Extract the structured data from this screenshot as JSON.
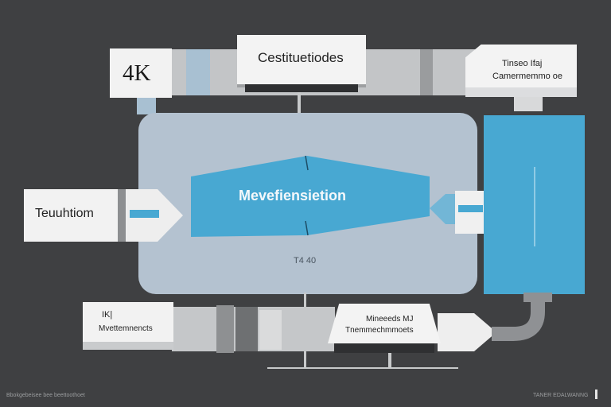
{
  "diagram": {
    "top_left_box": {
      "label": "4K"
    },
    "top_center_box": {
      "label": "Cestituetiodes"
    },
    "top_right_box": {
      "line1": "Tinseo Ifaj",
      "line2": "Camermemmo oe"
    },
    "left_box": {
      "label": "Teuuhtiom"
    },
    "center_banner": {
      "label": "Mevefiensietion"
    },
    "center_caption": {
      "label": "T4 40"
    },
    "bottom_left_box": {
      "line1": "IK|",
      "line2": "Mvettemnencts"
    },
    "bottom_center_box": {
      "line1": "Mineeeds MJ",
      "line2": "Tnemmechmmoets"
    },
    "footer_left": {
      "label": "Bbokgebeisee bee beettoothoet"
    },
    "footer_right": {
      "label": "TANER EDALWANNG"
    }
  },
  "colors": {
    "background": "#3f4042",
    "panel": "#b4c2d0",
    "accent_blue": "#48a8d2",
    "box_white": "#f2f2f2",
    "connector_gray": "#b9bbbd"
  }
}
